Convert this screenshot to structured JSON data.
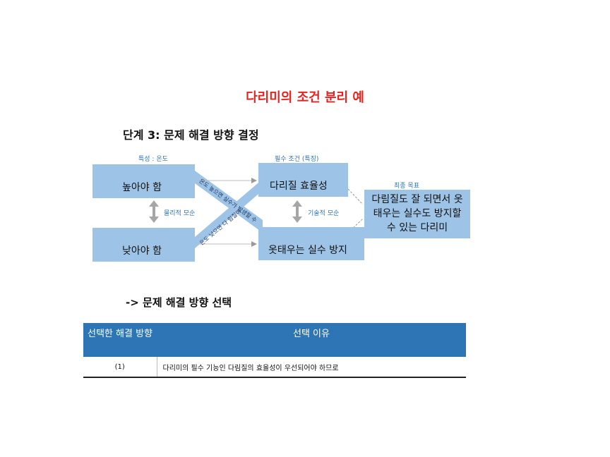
{
  "title": "다리미의 조건 분리 예",
  "step_title": "단계 3: 문제 해결 방향 결정",
  "diagram": {
    "label_property": "특성 : 온도",
    "label_requirement": "필수 조건 (특징)",
    "label_goal": "최종 목표",
    "box_high": "높아야 함",
    "box_low": "낮아야 함",
    "box_efficiency": "다리질 효율성",
    "box_prevent": "옷태우는 실수 방지",
    "box_goal": "다림질도 잘 되면서 옷 태우는 실수도 방지할 수 있는 다리미",
    "physical_contradiction": "물리적 모순",
    "technical_contradiction": "기술적 모순",
    "diag_high": "온도 높으면 실수가 발생할 수",
    "diag_low": "온도 낮으면 다 림질이"
  },
  "select_title": "-> 문제 해결 방향 선택",
  "table": {
    "header_col1": "선택한 해결 방향",
    "header_col2": "선택 이유",
    "row_choice": "(1)",
    "row_reason": "다리미의 필수 기능인 다림질의 효율성이 우선되어야 하므로"
  }
}
